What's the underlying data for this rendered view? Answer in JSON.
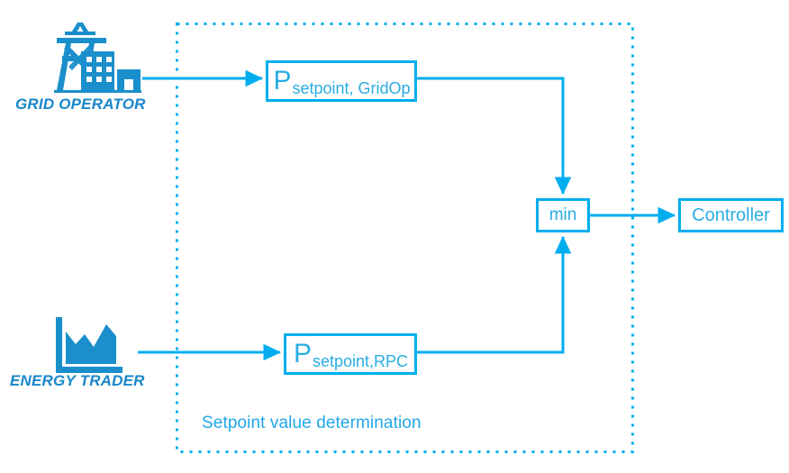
{
  "diagram": {
    "title": "Setpoint value determination",
    "colors": {
      "line": "#00AEEF",
      "box_text": "#29ADE3",
      "actor_label": "#1887C9",
      "icon_fill": "#1B8FCB",
      "group_label": "#20A7E8",
      "background": "#FFFFFF"
    },
    "group": {
      "label": "Setpoint value determination",
      "border_style": "dotted"
    },
    "actors": [
      {
        "id": "grid-operator",
        "label": "GRID OPERATOR",
        "icon": "transmission-tower-building-icon"
      },
      {
        "id": "energy-trader",
        "label": "ENERGY TRADER",
        "icon": "market-chart-icon"
      }
    ],
    "blocks": [
      {
        "id": "setpoint-gridop",
        "symbol": "P",
        "subscript": "setpoint, GridOp"
      },
      {
        "id": "setpoint-rpc",
        "symbol": "P",
        "subscript": "setpoint,RPC"
      },
      {
        "id": "min",
        "label": "min"
      },
      {
        "id": "controller",
        "label": "Controller"
      }
    ],
    "connections": [
      {
        "from": "grid-operator",
        "to": "setpoint-gridop",
        "arrow": true
      },
      {
        "from": "energy-trader",
        "to": "setpoint-rpc",
        "arrow": true
      },
      {
        "from": "setpoint-gridop",
        "to": "min",
        "arrow": true
      },
      {
        "from": "setpoint-rpc",
        "to": "min",
        "arrow": true
      },
      {
        "from": "min",
        "to": "controller",
        "arrow": true
      }
    ]
  }
}
